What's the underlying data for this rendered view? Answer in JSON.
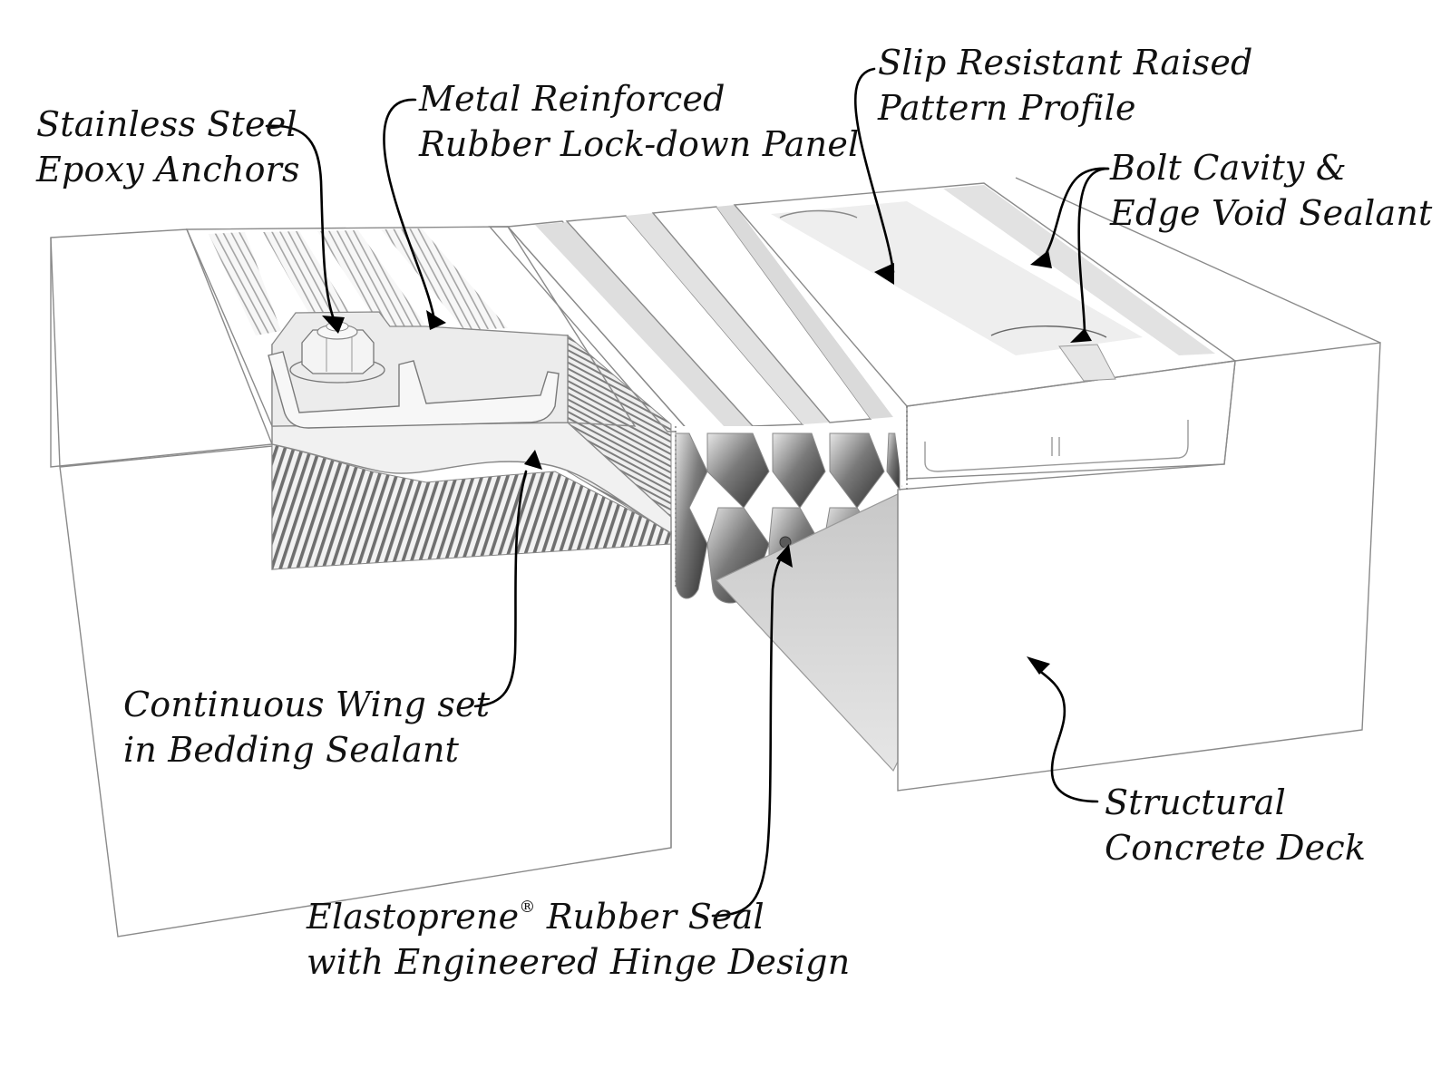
{
  "diagram": {
    "title": "Expansion joint system cutaway",
    "labels": {
      "anchors": {
        "line1": "Stainless Steel",
        "line2": "Epoxy Anchors"
      },
      "panel": {
        "line1": "Metal Reinforced",
        "line2": "Rubber Lock-down Panel"
      },
      "profile": {
        "line1": "Slip Resistant Raised",
        "line2": "Pattern Profile"
      },
      "bolt_cavity": {
        "line1": "Bolt Cavity &",
        "line2": "Edge Void Sealant"
      },
      "wing": {
        "line1": "Continuous Wing set",
        "line2": "in Bedding Sealant"
      },
      "seal": {
        "line1_brand": "Elastoprene",
        "line1_mark": "®",
        "line1_rest": " Rubber Seal",
        "line2": "with Engineered Hinge Design"
      },
      "deck": {
        "line1": "Structural",
        "line2": "Concrete Deck"
      }
    },
    "components": [
      "stainless-steel-epoxy-anchor",
      "metal-reinforced-rubber-lock-down-panel",
      "slip-resistant-raised-pattern-profile",
      "bolt-cavity-and-edge-void-sealant",
      "continuous-wing-in-bedding-sealant",
      "elastoprene-rubber-seal-with-hinge",
      "structural-concrete-deck"
    ],
    "colors": {
      "outline": "#8a8a8a",
      "callout": "#000000",
      "surface": "#f4f4f4",
      "shadow": "#bdbdbd",
      "cell_dark": "#4a4a4a"
    }
  }
}
